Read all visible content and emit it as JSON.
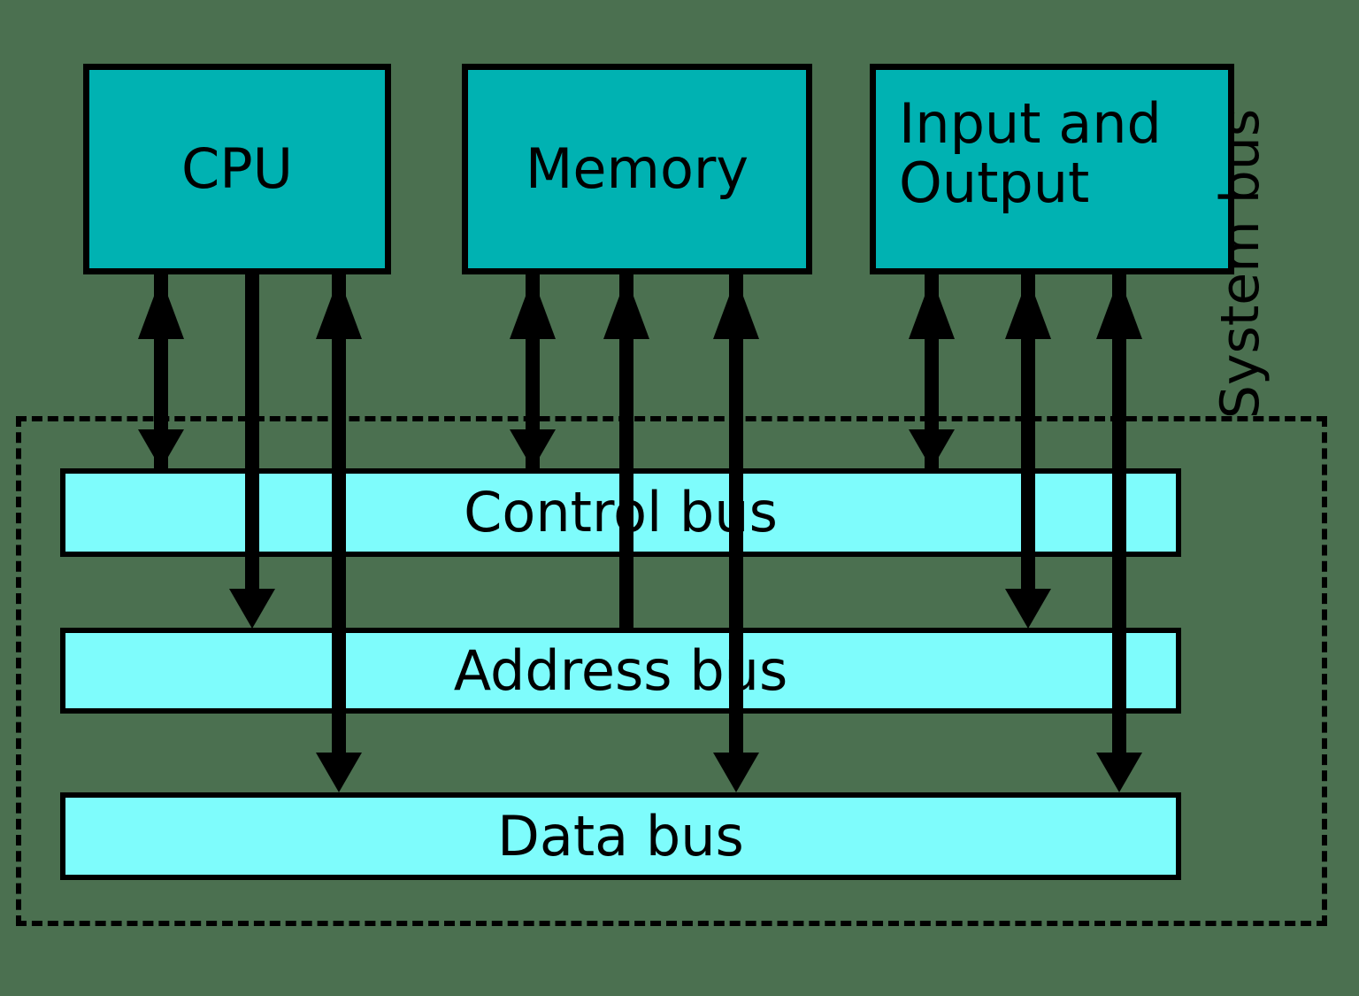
{
  "diagram": {
    "title": "Computer system bus architecture",
    "background_color": "#4b7050",
    "component_fill": "#00b2b2",
    "bus_fill": "#7efcfc",
    "stroke_color": "#000000"
  },
  "components": [
    {
      "id": "cpu",
      "label": "CPU"
    },
    {
      "id": "memory",
      "label": "Memory"
    },
    {
      "id": "io",
      "label": "Input and\nOutput"
    }
  ],
  "enclosure": {
    "label": "System bus",
    "border_style": "dashed"
  },
  "buses": [
    {
      "id": "control",
      "label": "Control bus"
    },
    {
      "id": "address",
      "label": "Address bus"
    },
    {
      "id": "data",
      "label": "Data bus"
    }
  ],
  "connections": [
    {
      "from": "cpu",
      "to": "control",
      "direction": "bidirectional"
    },
    {
      "from": "cpu",
      "to": "address",
      "direction": "to-bus"
    },
    {
      "from": "cpu",
      "to": "data",
      "direction": "bidirectional"
    },
    {
      "from": "memory",
      "to": "control",
      "direction": "bidirectional"
    },
    {
      "from": "memory",
      "to": "address",
      "direction": "from-bus"
    },
    {
      "from": "memory",
      "to": "data",
      "direction": "bidirectional"
    },
    {
      "from": "io",
      "to": "control",
      "direction": "bidirectional"
    },
    {
      "from": "io",
      "to": "address",
      "direction": "bidirectional"
    },
    {
      "from": "io",
      "to": "data",
      "direction": "bidirectional"
    }
  ]
}
